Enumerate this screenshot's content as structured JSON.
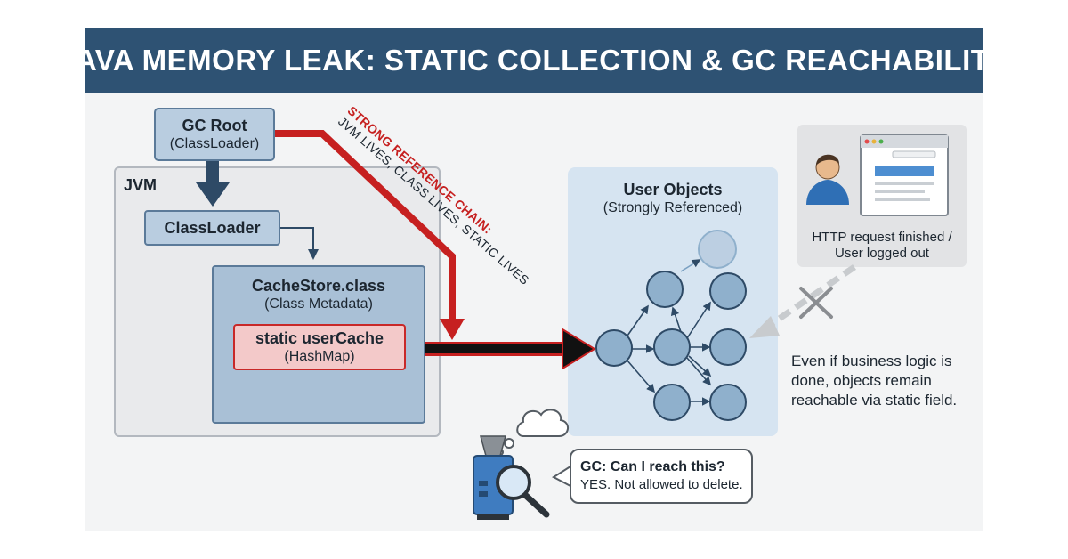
{
  "title": "JAVA MEMORY LEAK: STATIC COLLECTION & GC REACHABILITY",
  "gc_root": {
    "title": "GC Root",
    "subtitle": "(ClassLoader)"
  },
  "jvm": {
    "label": "JVM"
  },
  "classloader": {
    "label": "ClassLoader"
  },
  "cache_store": {
    "title": "CacheStore.class",
    "subtitle": "(Class Metadata)"
  },
  "user_cache": {
    "title": "static userCache",
    "subtitle": "(HashMap)"
  },
  "reference_chain": {
    "label": "STRONG REFERENCE CHAIN:",
    "detail": "JVM LIVES, CLASS LIVES, STATIC LIVES"
  },
  "user_objects": {
    "title": "User Objects",
    "subtitle": "(Strongly Referenced)"
  },
  "http": {
    "line1": "HTTP request finished /",
    "line2": "User logged out"
  },
  "note": "Even if business logic is done,  objects remain reachable via static field.",
  "gc_bubble": {
    "question": "GC: Can I reach this?",
    "answer": "YES. Not allowed to delete."
  },
  "colors": {
    "title_bar": "#2e5273",
    "strong_reference": "#c62020",
    "node_fill": "#8fb0cc",
    "node_stroke": "#2e4a66"
  },
  "icons": [
    "user-icon",
    "browser-window-icon",
    "blocked-x-icon",
    "gc-robot-icon",
    "magnifier-icon",
    "thought-cloud-icon"
  ]
}
